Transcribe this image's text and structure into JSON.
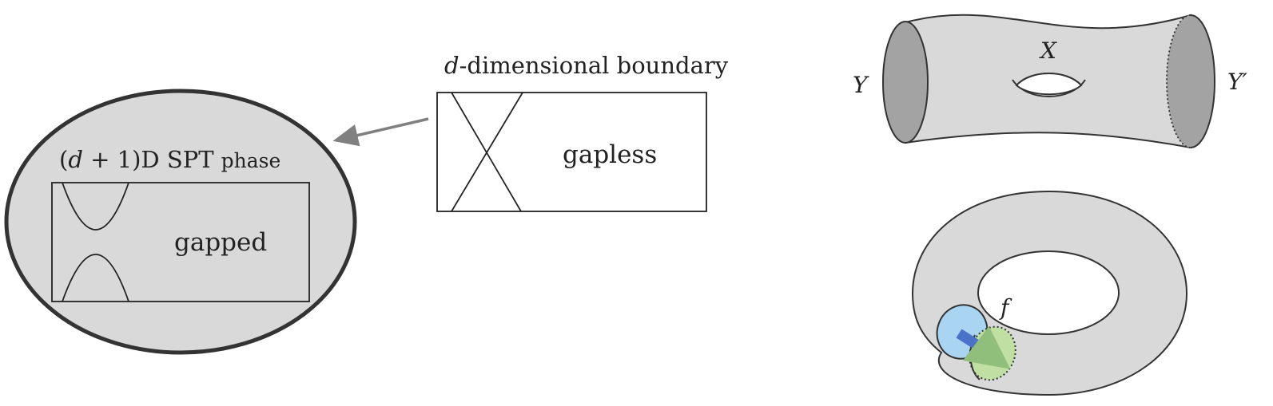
{
  "spt_panel": {
    "title_open": "(",
    "title_var": "d",
    "title_rest": " + 1)D SPT",
    "title_suffix": "phase",
    "box_label": "gapped"
  },
  "boundary_panel": {
    "title_var": "d",
    "title_rest": "-dimensional boundary",
    "box_label": "gapless"
  },
  "cobordism": {
    "label_x": "X",
    "label_y": "Y",
    "label_y_prime": "Y′"
  },
  "torus": {
    "label_f": "f"
  },
  "colors": {
    "fill_gray": "#d9d9d9",
    "dark_gray": "#a3a3a3",
    "outline": "#333333",
    "arrow_gray": "#808080",
    "blue_disc": "#a9d4f2",
    "green_disc": "#bfe0a2",
    "blue_mark": "#4a72c8",
    "green_arrow": "#8fbf7a",
    "label_blue": "#5a86c8"
  }
}
